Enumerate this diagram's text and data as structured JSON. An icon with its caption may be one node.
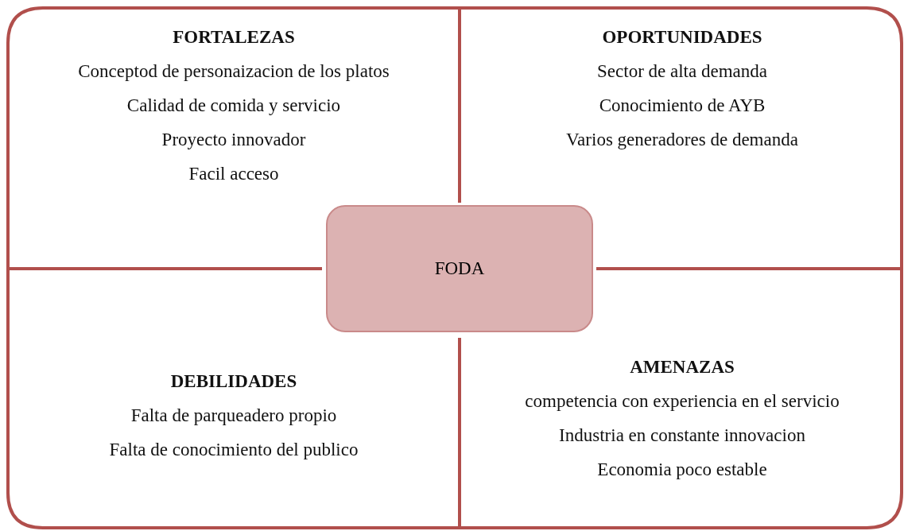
{
  "diagram": {
    "nodes": [
      {
        "text": [
          "FORTALEZAS",
          "Conceptod de personaizacion de los platos",
          "Calidad de comida y servicio",
          "Proyecto innovador",
          "Facil acceso"
        ]
      },
      {
        "text": [
          "OPORTUNIDADES",
          "Sector de alta demanda",
          "Conocimiento de AYB",
          "Varios generadores de demanda"
        ]
      },
      {
        "text": [
          "FODA"
        ]
      },
      {
        "text": [
          "DEBILIDADES",
          "Falta de parqueadero propio",
          "Falta de conocimiento del publico"
        ]
      },
      {
        "text": [
          "AMENAZAS",
          "competencia con experiencia en el servicio",
          "Industria en constante innovacion",
          "Economia poco estable"
        ]
      }
    ]
  }
}
